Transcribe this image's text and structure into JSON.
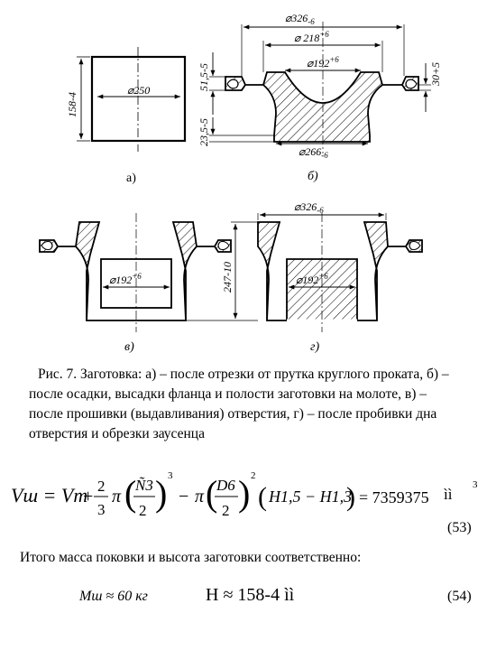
{
  "figure": {
    "a": {
      "label": "а)",
      "diam": "⌀250",
      "height": "158-4"
    },
    "b": {
      "label": "б)",
      "top_diam": "⌀326",
      "top_diam_tol": "-6",
      "inner_diam": "⌀ 218",
      "inner_diam_tol": "+6",
      "hole_diam": "⌀192",
      "hole_diam_tol": "+6",
      "bottom_diam": "⌀266",
      "bottom_diam_tol": "-6",
      "dim_left_top": "51,5-5",
      "dim_left_bottom": "23,5-5",
      "dim_right": "30+5"
    },
    "v": {
      "label": "в)",
      "hole_diam": "⌀192",
      "hole_diam_tol": "+6",
      "height": "247-10"
    },
    "g": {
      "label": "г)",
      "top_diam": "⌀326",
      "top_diam_tol": "-6",
      "hole_diam": "⌀192",
      "hole_diam_tol": "+6"
    }
  },
  "caption": "Рис. 7. Заготовка: а) – после отрезки от прутка круглого проката, б) – после осадки, высадки фланца и полости заготовки на молоте, в) – после прошивки (выдавливания) отверстия, г) – после пробивки дна отверстия и обрезки заусенца",
  "formula": {
    "lhs": "Vш = Vт",
    "plus": "+",
    "frac1_num": "2",
    "frac1_den": "3",
    "pi": "π",
    "paren1_num": "Ñ3",
    "paren1_den": "2",
    "exp1": "3",
    "minus": "−",
    "paren2_num": "D6",
    "paren2_den": "2",
    "exp2": "2",
    "diff": "H1,5 − H1,3",
    "result": "= 7359375",
    "unit": "ìì",
    "unit_exp": "3",
    "number": "(53)"
  },
  "summary_text": "Итого масса поковки и высота заготовки соответственно:",
  "mass": "Мш ≈ 60 кг",
  "height_eq": "H ≈ 158-4  ìì",
  "height_number": "(54)"
}
